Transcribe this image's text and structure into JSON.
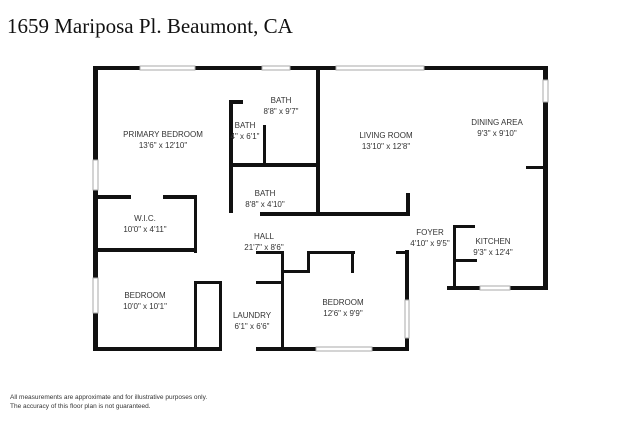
{
  "title": "1659 Mariposa Pl. Beaumont, CA",
  "rooms": [
    {
      "name": "PRIMARY BEDROOM",
      "size": "13'6\" x 12'10\""
    },
    {
      "name": "BATH",
      "size": "8'8\" x 9'7\""
    },
    {
      "name": "BATH",
      "size": "4\" x 6'1\""
    },
    {
      "name": "LIVING ROOM",
      "size": "13'10\" x 12'8\""
    },
    {
      "name": "DINING AREA",
      "size": "9'3\" x 9'10\""
    },
    {
      "name": "BATH",
      "size": "8'8\" x 4'10\""
    },
    {
      "name": "W.I.C.",
      "size": "10'0\" x 4'11\""
    },
    {
      "name": "HALL",
      "size": "21'7\" x 8'6\""
    },
    {
      "name": "FOYER",
      "size": "4'10\" x 9'5\""
    },
    {
      "name": "KITCHEN",
      "size": "9'3\" x 12'4\""
    },
    {
      "name": "BEDROOM",
      "size": "10'0\" x 10'1\""
    },
    {
      "name": "LAUNDRY",
      "size": "6'1\" x 6'6\""
    },
    {
      "name": "BEDROOM",
      "size": "12'6\" x 9'9\""
    }
  ],
  "disclaimer": {
    "line1": "All measurements are approximate and for illustrative purposes only.",
    "line2": "The accuracy of this floor plan is not guaranteed."
  },
  "colors": {
    "wall": "#111111",
    "window": "#bbbbbb"
  }
}
